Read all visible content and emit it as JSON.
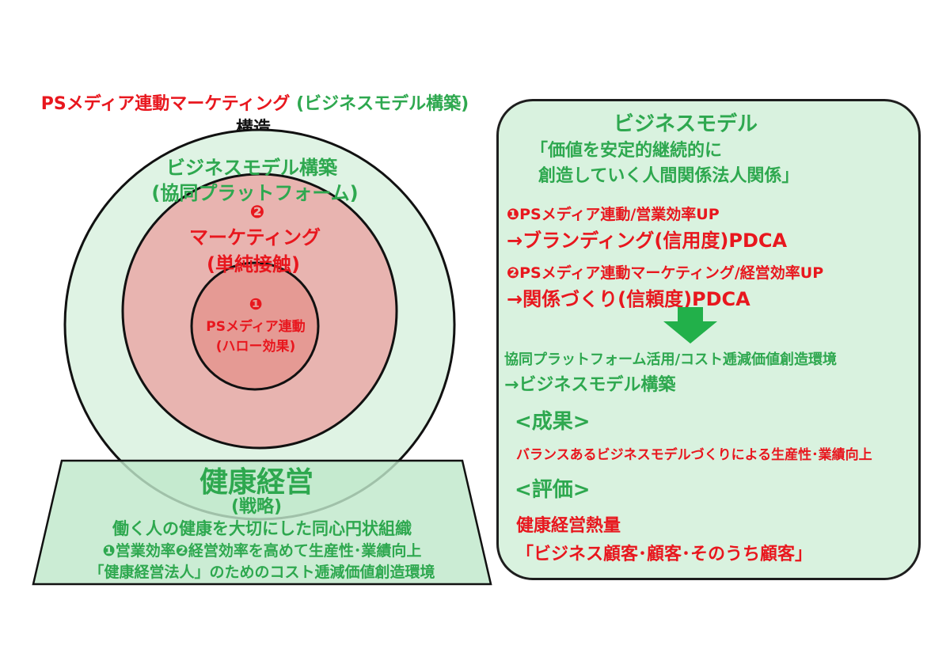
{
  "left": {
    "title_red": "PSメディア連動マーケティング",
    "title_green": "(ビジネスモデル構築)",
    "title_line2": "構造",
    "outer_circle": {
      "line1": "ビジネスモデル構築",
      "line2": "(協同プラットフォーム)"
    },
    "middle_circle": {
      "number": "❷",
      "line1": "マーケティング",
      "line2": "(単純接触)"
    },
    "inner_circle": {
      "number": "❶",
      "line1": "PSメディア連動",
      "line2": "(ハロー効果)"
    },
    "base": {
      "title": "健康経営",
      "subtitle": "(戦略)",
      "line1": "働く人の健康を大切にした同心円状組織",
      "line2": "❶営業効率❷経営効率を高めて生産性･業績向上",
      "line3": "「健康経営法人」のためのコスト逓減価値創造環境"
    }
  },
  "right": {
    "heading": "ビジネスモデル",
    "definition_line1": "「価値を安定的継続的に",
    "definition_line2": "創造していく人間関係法人関係」",
    "item1_line1": "❶PSメディア連動/営業効率UP",
    "item1_line2": "→ブランディング(信用度)PDCA",
    "item2_line1": "❷PSメディア連動マーケティング/経営効率UP",
    "item2_line2": "→関係づくり(信頼度)PDCA",
    "result_line1": "協同プラットフォーム活用/コスト逓減価値創造環境",
    "result_line2": "→ビジネスモデル構築",
    "outcome_heading": "<成果>",
    "outcome_text": "バランスあるビジネスモデルづくりによる生産性･業績向上",
    "evaluation_heading": "<評価>",
    "evaluation_line1": "健康経営熱量",
    "evaluation_line2": "「ビジネス顧客･顧客･そのうち顧客」"
  },
  "colors": {
    "red": "#e8171e",
    "green": "#2ea84f",
    "outer_fill": "#dff3e4",
    "middle_fill": "#e8b4b0",
    "inner_fill": "#e59a94",
    "base_fill": "#bfe8cb",
    "panel_fill": "#d9f2df",
    "arrow": "#22b04a"
  }
}
